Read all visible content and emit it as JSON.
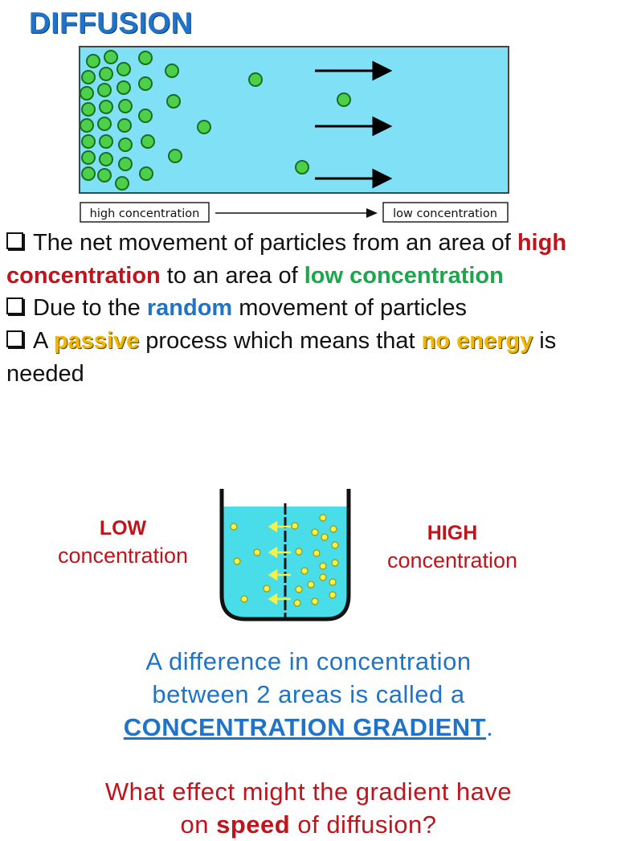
{
  "title": "DIFFUSION",
  "diagram": {
    "high_label": "high concentration",
    "low_label": "low concentration"
  },
  "bullets": [
    {
      "text_a": "The net movement of particles from an area of ",
      "highlight_high": "high concentration",
      "text_b": " to an area of ",
      "highlight_low": "low concentration"
    },
    {
      "text_a": "Due to the ",
      "highlight": "random",
      "text_b": " movement of particles"
    },
    {
      "text_a": "A ",
      "highlight_1": "passive",
      "text_b": " process which means that ",
      "highlight_2": "no energy",
      "text_c": " is needed"
    }
  ],
  "beaker": {
    "left_level": "LOW",
    "left_word": "concentration",
    "right_level": "HIGH",
    "right_word": "concentration"
  },
  "gradient": {
    "line1": "A difference in concentration",
    "line2": "between 2 areas is called a",
    "term": "CONCENTRATION GRADIENT",
    "end": "."
  },
  "question": {
    "line1": "What effect might the gradient have",
    "line2_a": "on ",
    "line2_bold": "speed",
    "line2_b": " of diffusion?"
  },
  "colors": {
    "title_blue": "#1f73c9",
    "red": "#c0141c",
    "green": "#1aa84a",
    "gold": "#f1b800",
    "water": "#80e0f6"
  }
}
